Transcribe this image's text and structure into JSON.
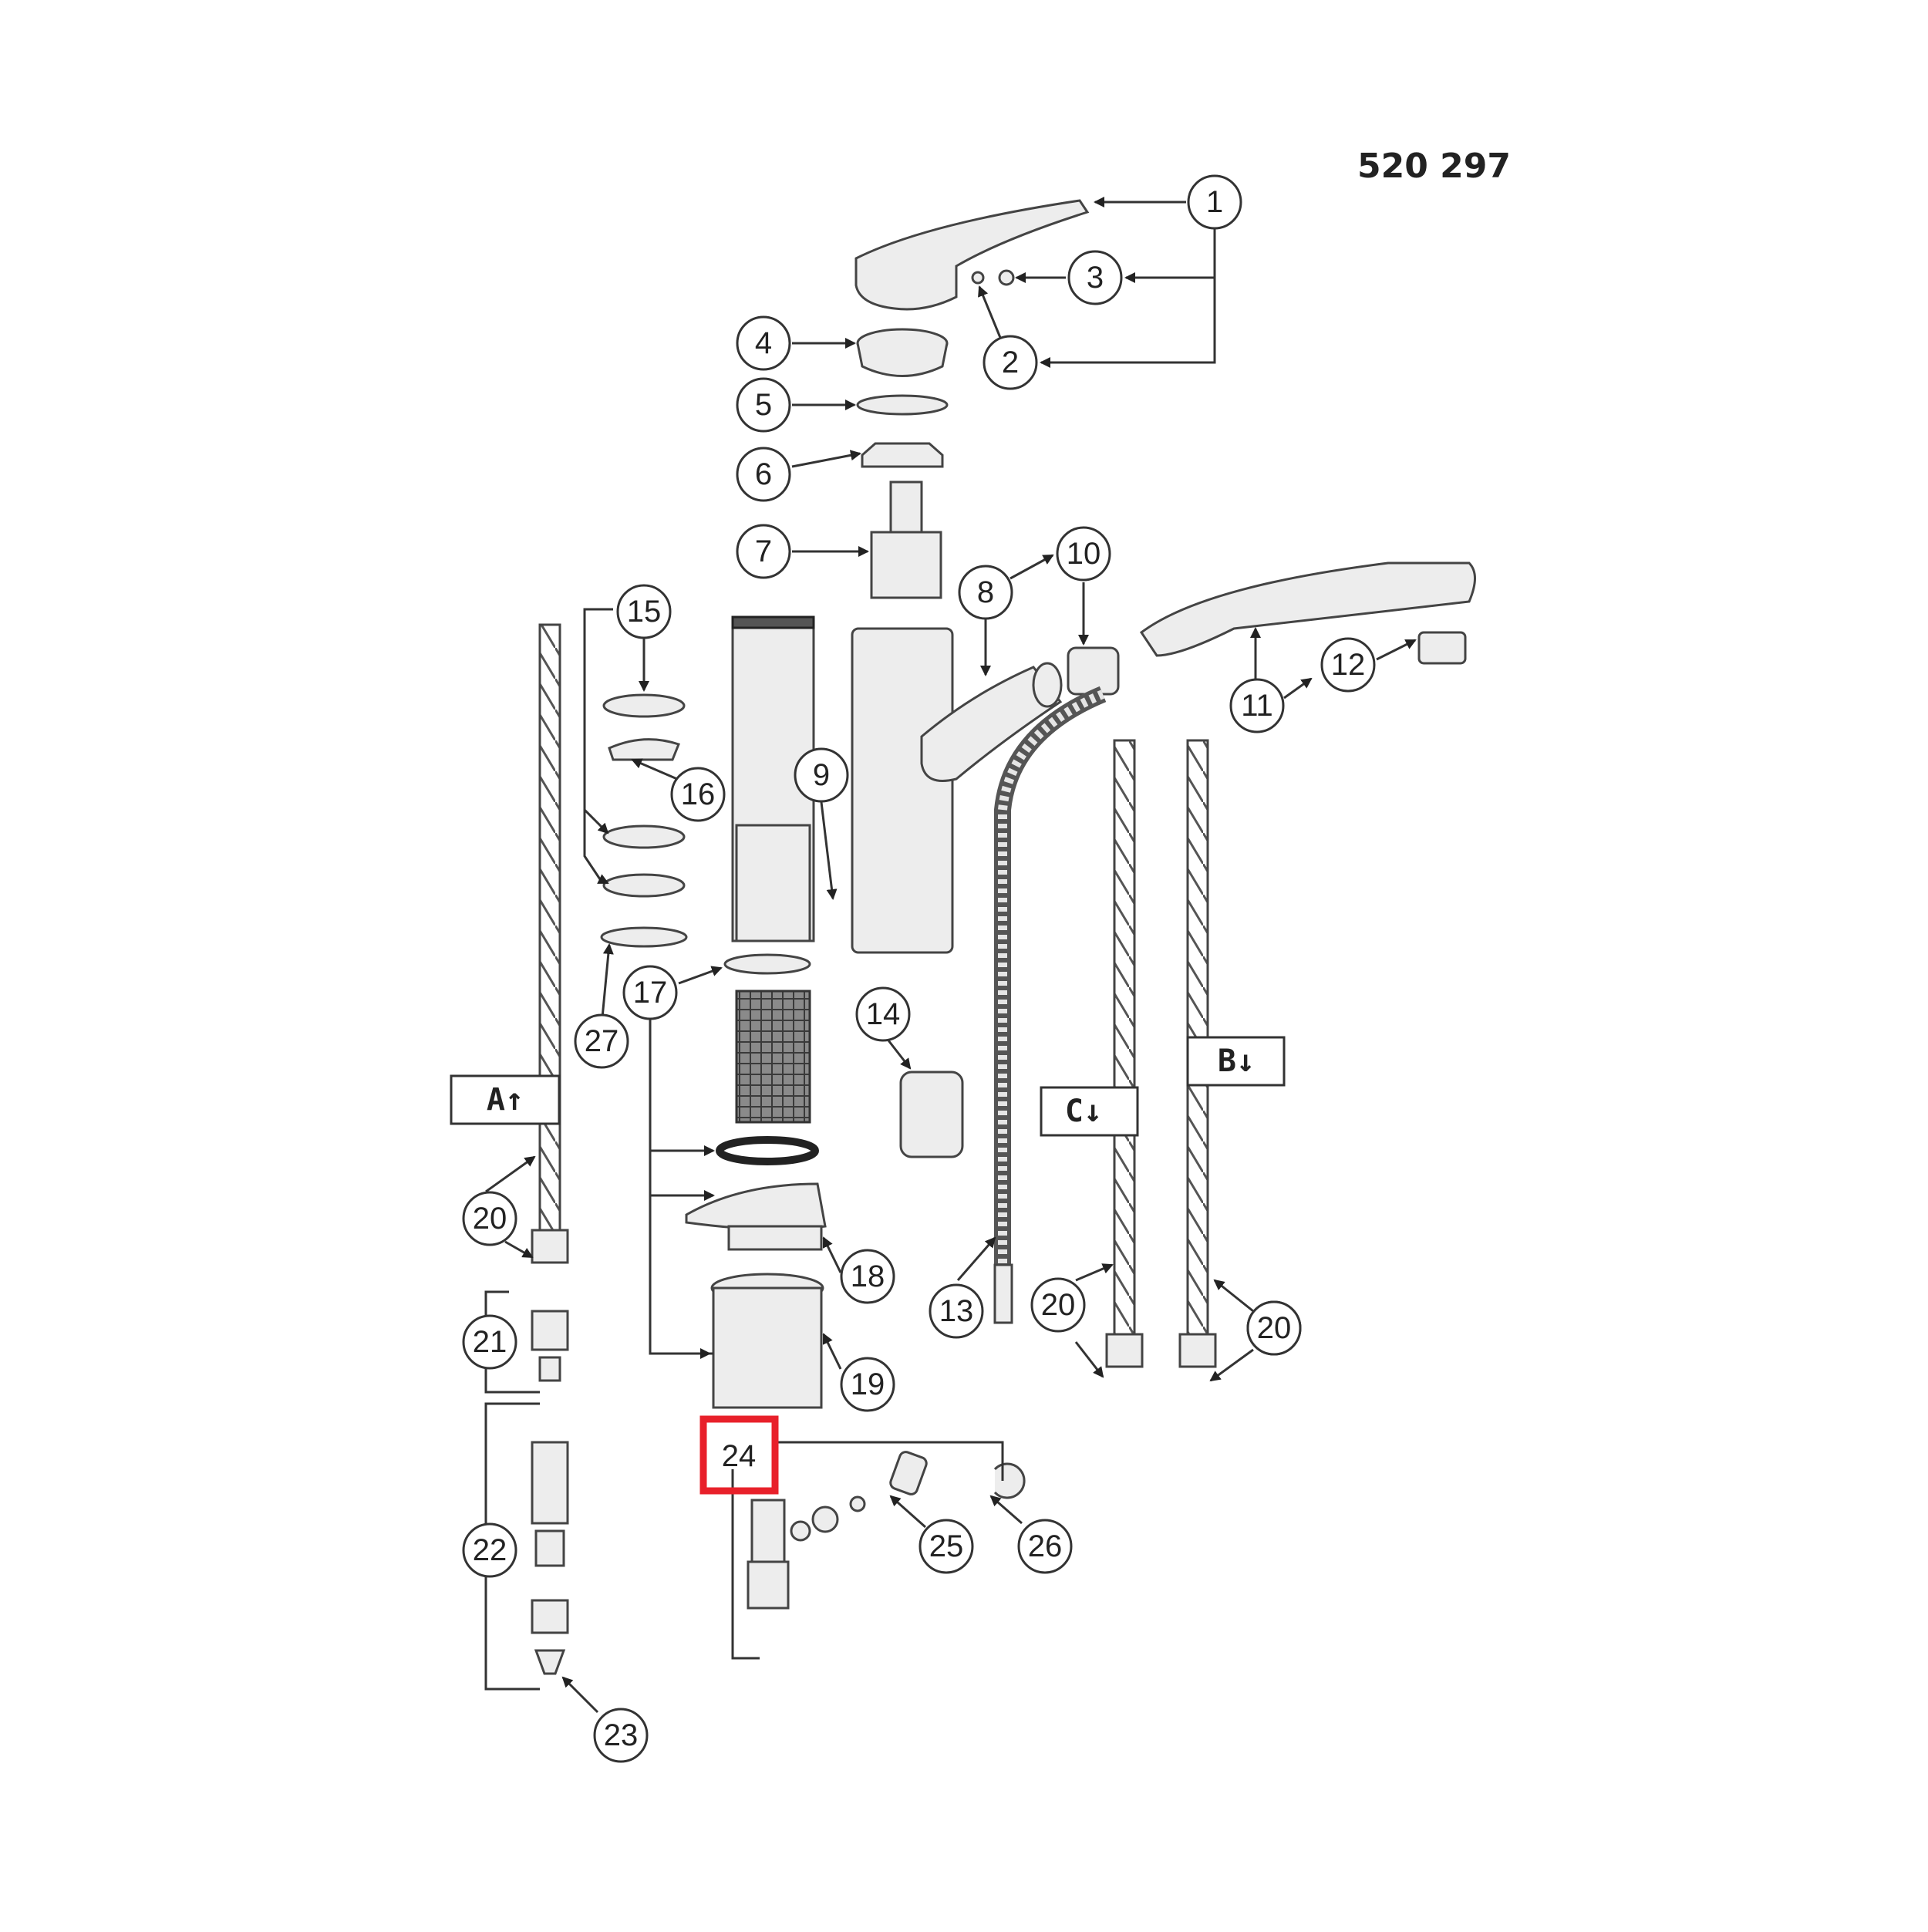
{
  "diagram": {
    "part_number": "520 297",
    "accent_color": "#e8202a",
    "highlighted_callout": "24",
    "callouts": [
      "1",
      "2",
      "3",
      "4",
      "5",
      "6",
      "7",
      "8",
      "9",
      "10",
      "11",
      "12",
      "13",
      "14",
      "15",
      "16",
      "17",
      "18",
      "19",
      "20",
      "20",
      "20",
      "20",
      "21",
      "22",
      "23",
      "24",
      "25",
      "26",
      "27"
    ],
    "flow_labels": [
      "A↑",
      "B↓",
      "C↓"
    ]
  }
}
